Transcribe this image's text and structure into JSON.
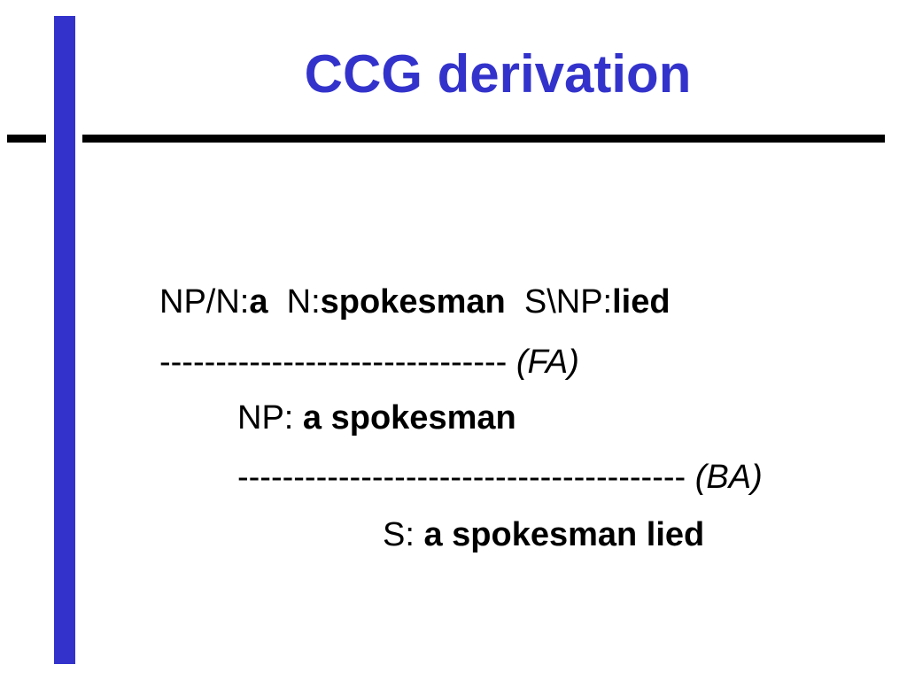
{
  "slide": {
    "title": "CCG derivation",
    "accent_color": "#3333cc",
    "derivation": {
      "line1": {
        "cat1": "NP/N:",
        "word1": "a",
        "cat2": "N:",
        "word2": "spokesman",
        "cat3": "S\\NP:",
        "word3": "lied"
      },
      "rule1": {
        "dashes": "-------------------------------",
        "label": "(FA)"
      },
      "line2": {
        "cat": "NP:",
        "words": "a spokesman"
      },
      "rule2": {
        "dashes": "----------------------------------------",
        "label": "(BA)"
      },
      "line3": {
        "cat": "S:",
        "words": "a spokesman lied"
      }
    }
  }
}
